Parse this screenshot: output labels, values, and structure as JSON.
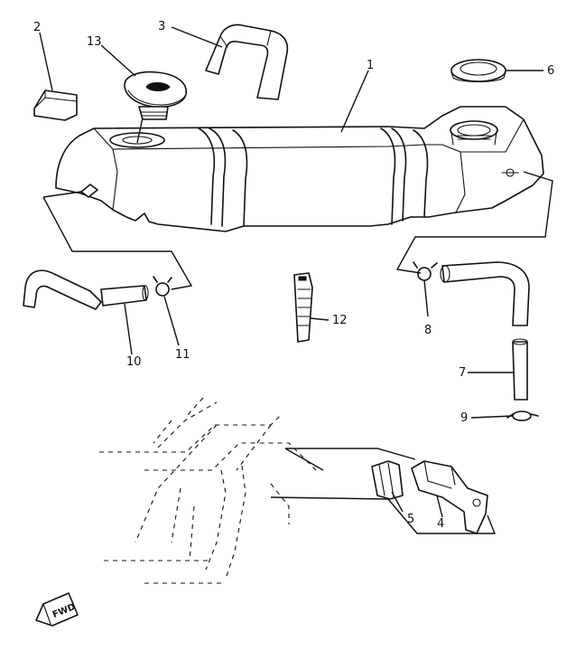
{
  "callouts": [
    {
      "label": "1"
    },
    {
      "label": "2"
    },
    {
      "label": "3"
    },
    {
      "label": "4"
    },
    {
      "label": "5"
    },
    {
      "label": "6"
    },
    {
      "label": "7"
    },
    {
      "label": "8"
    },
    {
      "label": "9"
    },
    {
      "label": "10"
    },
    {
      "label": "11"
    },
    {
      "label": "12"
    },
    {
      "label": "13"
    }
  ],
  "badge": {
    "label": "FWD"
  },
  "colors": {
    "ink": "#111111",
    "paper": "#ffffff"
  }
}
